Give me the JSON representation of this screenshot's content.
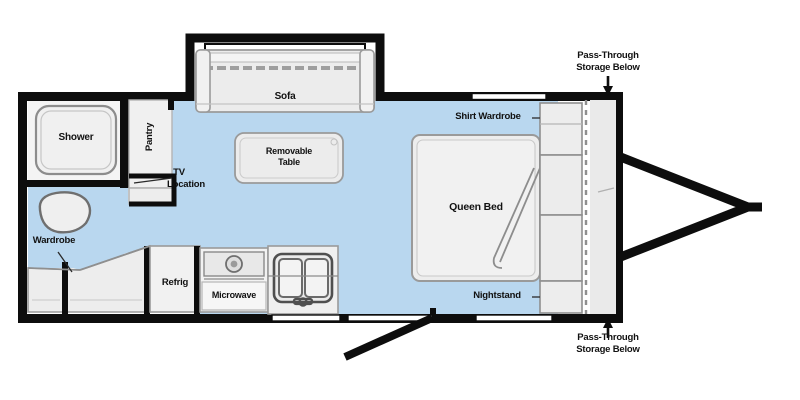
{
  "document": {
    "type": "rv-travel-trailer-floorplan",
    "orientation": "plan-view",
    "hitch_side": "right"
  },
  "colors": {
    "wall": "#0d0d0d",
    "floor_open": "#b9d7ef",
    "furniture_fill": "#ececec",
    "furniture_fill_light": "#f2f2f2",
    "furniture_stroke": "#8c8c8c",
    "page_background": "#ffffff",
    "label_text": "#111111"
  },
  "labels": {
    "shower": "Shower",
    "pantry": "Pantry",
    "tv_location_line1": "TV",
    "tv_location_line2": "Location",
    "wardrobe": "Wardrobe",
    "refrig": "Refrig",
    "microwave": "Microwave",
    "sofa": "Sofa",
    "removable_table_line1": "Removable",
    "removable_table_line2": "Table",
    "shirt_wardrobe": "Shirt Wardrobe",
    "queen_bed": "Queen Bed",
    "nightstand": "Nightstand",
    "pass_through_top_line1": "Pass-Through",
    "pass_through_top_line2": "Storage Below",
    "pass_through_bottom_line1": "Pass-Through",
    "pass_through_bottom_line2": "Storage Below"
  },
  "rooms": [
    {
      "name": "bathroom",
      "features": [
        "shower",
        "toilet",
        "vanity-sink"
      ]
    },
    {
      "name": "galley-kitchen",
      "features": [
        "refrig",
        "microwave",
        "cooktop",
        "double-sink"
      ]
    },
    {
      "name": "living-area",
      "features": [
        "sofa-slideout",
        "removable-table",
        "tv-location",
        "pantry"
      ]
    },
    {
      "name": "bedroom",
      "features": [
        "queen-bed",
        "shirt-wardrobe",
        "nightstand"
      ]
    },
    {
      "name": "exterior-storage",
      "features": [
        "pass-through-storage",
        "a-frame-hitch"
      ]
    }
  ],
  "annotations": {
    "arrow_top": "down-arrow",
    "arrow_bottom": "up-arrow",
    "leader_lines": [
      "tv-location",
      "wardrobe",
      "shirt-wardrobe",
      "nightstand"
    ]
  }
}
